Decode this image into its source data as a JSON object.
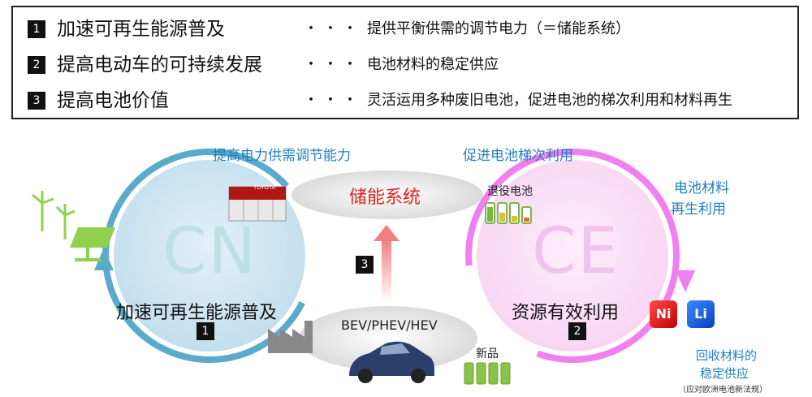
{
  "objectives": [
    {
      "num": "1",
      "title": "加速可再生能源普及",
      "dots": "・・・",
      "desc": "提供平衡供需的调节电力（＝储能系统）"
    },
    {
      "num": "2",
      "title": "提高电动车的可持续发展",
      "dots": "・・・",
      "desc": "电池材料的稳定供应"
    },
    {
      "num": "3",
      "title": "提高电池价值",
      "dots": "・・・",
      "desc": "灵活运用多种废旧电池，促进电池的梯次利用和材料再生"
    }
  ],
  "diagram": {
    "left_circle": {
      "letters": "CN",
      "label": "加速可再生能源普及",
      "num": "1"
    },
    "right_circle": {
      "letters": "CE",
      "label": "资源有效利用",
      "num": "2"
    },
    "top_left_label": "提高电力供需调节能力",
    "top_right_label": "促进电池梯次利用",
    "storage_label": "储能系统",
    "arrow_num": "3",
    "vehicle_label": "BEV/PHEV/HEV",
    "retired_battery_label": "退役电池",
    "new_product_label": "新品",
    "recycle_label_line1": "电池材料",
    "recycle_label_line2": "再生利用",
    "supply_label_line1": "回收材料的",
    "supply_label_line2": "稳定供应",
    "supply_note": "（应对欧洲电池新法规）",
    "chip_ni": "Ni",
    "chip_li": "Li",
    "brand_mark": "TOYOTA"
  },
  "colors": {
    "cn_circle": "#5aabcb",
    "cn_fill": "#cfe5f1",
    "ce_circle": "#f07ff0",
    "ce_fill": "#fbe3f7",
    "storage_text": "#e02020",
    "accent_blue": "#1f7fc0"
  }
}
